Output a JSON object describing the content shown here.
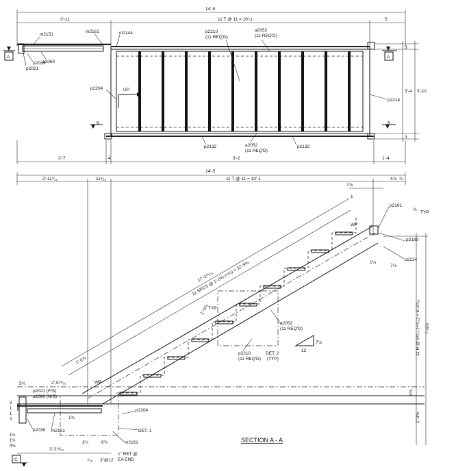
{
  "plan": {
    "overall": "14'-5",
    "d_left": "3'-11",
    "d_tread": "11 T @ 11 = 10'-1",
    "d_right": "5",
    "b_left": "3'-7",
    "b_4": "4",
    "b_mid": "9'-2",
    "b_right": "1'-4",
    "r_top": "3",
    "r_mid": "3'-4",
    "r_total": "3'-10",
    "r_bot": "3",
    "m2151": "m2151",
    "m2161": "m2161",
    "m2144": "m2144",
    "p2210": "p2210",
    "p2210_q": "(11 REQ'D)",
    "a2052": "a2052",
    "a2052_q": "(11 REQ'D)",
    "p2039": "p2039",
    "a2060": "a2060",
    "p2021": "p2021",
    "p2204": "p2204",
    "up": "UP",
    "p2214": "p2214",
    "p2132a": "p2132",
    "a2052b": "a2052",
    "a2052b_q": "(11 REQ'D)",
    "p2132b": "p2132",
    "A": "A",
    "B": "B"
  },
  "section": {
    "overall": "14'-5",
    "d1": "2'-11⁷⁄₁₆",
    "d2": "11⁹⁄₁₆",
    "d3": "11 T @ 11 = 10'-1",
    "d4": "4⅞",
    "d5": "¾",
    "top_7_8": "7⅞",
    "top_1": "1",
    "slope_len": "17'-1¹⁵⁄₁₆",
    "slope_spcs": "11 SPCS @ 1'-0⅜ (=¼) = 11'-9⅜",
    "p2161": "p2161",
    "typ": "TYP",
    "wp_top": "WP",
    "p2189": "p2189",
    "p2214": "p2214",
    "r38": "⅜",
    "d116": "1⅛",
    "d7": "7⅛",
    "right_dim": "11 R @ 6¹³⁄₁₆ (=⁹⁄₁₆) = 6'-2⁹⁄₁₆",
    "right_total": "7'-6⅞",
    "r_4_3_8": "4⅜",
    "r_1_3_8": "1'-3⅜",
    "det_1_7_8": "1'-0⅞",
    "det_typ": "TYP",
    "a2052": "a2052",
    "a2052_q": "(11 REQ'D)",
    "slope_num": "7⅛",
    "slope_den": "12",
    "det2": "DET. 2",
    "det2_typ": "(TYP)",
    "p2210": "p2210",
    "p2210_q": "(11 REQ'D)",
    "bot_1_0_7_8": "1'-0⅞",
    "wp_bot": "WP",
    "d5_3_4": "5¾",
    "d2_5": "2'-5¹⁵⁄₁₆",
    "p2021": "p2021 (F/S)",
    "a2080": "a2080 (N/S)",
    "l3": "3",
    "l1a": "1",
    "l1b": "1",
    "l3b": "3",
    "p2039": "p2039",
    "m2151": "m2151",
    "l1_1_2": "1½",
    "l1_3_4": "1¾",
    "l4_3_8": "4⅜",
    "p2204": "p2204",
    "det1": "DET. 1",
    "m2161": "m2161",
    "d3_2": "3'-2¹³⁄₁₆",
    "d3_4": "3¾",
    "d6_3_4": "6¾",
    "d1_3_4": "1¾",
    "ret": "1\" RET @",
    "ret2": "EA END",
    "d7_16": "⁷⁄₁₆",
    "d3at12": "3\"@12",
    "C": "C",
    "title": "SECTION A - A"
  }
}
